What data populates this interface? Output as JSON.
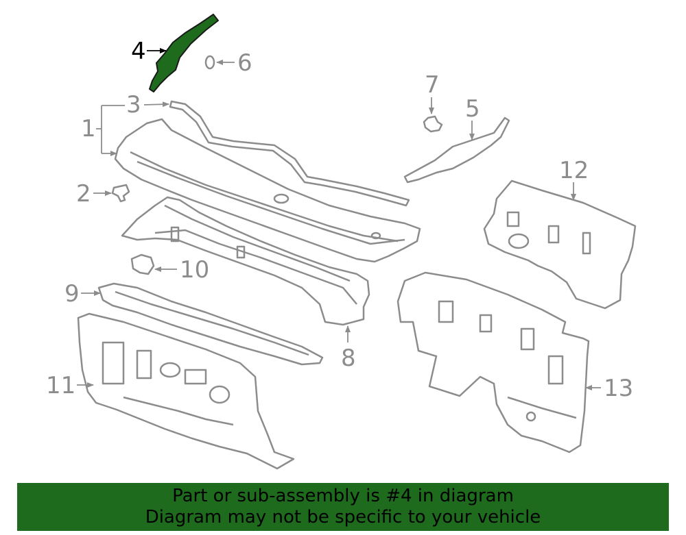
{
  "highlight_color": "#1e6b1e",
  "line_color": "#8c8c8c",
  "callouts": [
    "1",
    "2",
    "3",
    "4",
    "5",
    "6",
    "7",
    "8",
    "9",
    "10",
    "11",
    "12",
    "13"
  ],
  "highlighted_callout": "4",
  "banner": {
    "line1": "Part or sub-assembly is #4 in diagram",
    "line2": "Diagram may not be specific to your vehicle"
  }
}
